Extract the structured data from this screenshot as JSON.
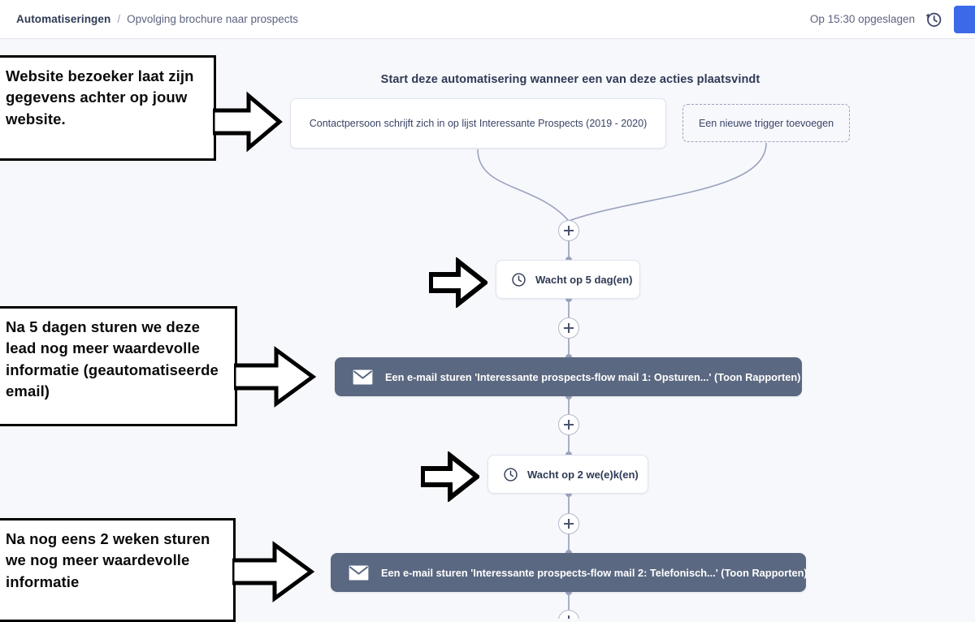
{
  "topbar": {
    "breadcrumb_root": "Automatiseringen",
    "breadcrumb_separator": "/",
    "breadcrumb_current": "Opvolging brochure naar prospects",
    "saved_label": "Op 15:30 opgeslagen",
    "history_icon": "clock-history-icon",
    "primary_button_color": "#3b69e8"
  },
  "canvas": {
    "background_color": "#f7f8fc",
    "trigger_heading": "Start deze automatisering wanneer een van deze acties plaatsvindt",
    "trigger_card_label": "Contactpersoon schrijft zich in op lijst Interessante Prospects (2019 - 2020)",
    "add_trigger_label": "Een nieuwe trigger toevoegen",
    "nodes": [
      {
        "type": "wait",
        "icon": "clock-icon",
        "label": "Wacht op 5 dag(en)"
      },
      {
        "type": "email",
        "icon": "envelope-icon",
        "label": "Een e-mail sturen 'Interessante prospects-flow mail 1: Opsturen...' (Toon Rapporten)",
        "color": "#5b6881"
      },
      {
        "type": "wait",
        "icon": "clock-icon",
        "label": "Wacht op 2 we(e)k(en)"
      },
      {
        "type": "email",
        "icon": "envelope-icon",
        "label": "Een e-mail sturen 'Interessante prospects-flow mail 2: Telefonisch...' (Toon Rapporten)",
        "color": "#5b6881"
      }
    ],
    "add_step_buttons": 5,
    "add_step_icon": "plus-circle-icon"
  },
  "annotations": [
    {
      "text": "Website bezoeker laat zijn gegevens achter op jouw website.",
      "arrow": "block-arrow-right-icon"
    },
    {
      "text": "Na 5 dagen sturen we deze lead nog meer waardevolle informatie (geautomatiseerde email)",
      "arrow": "block-arrow-right-icon"
    },
    {
      "text": "Na nog eens 2 weken sturen we nog meer waardevolle informatie",
      "arrow": "block-arrow-right-icon"
    }
  ],
  "free_arrows": [
    {
      "name": "arrow-to-wait-1",
      "icon": "block-arrow-right-icon"
    },
    {
      "name": "arrow-to-wait-2",
      "icon": "block-arrow-right-icon"
    }
  ]
}
